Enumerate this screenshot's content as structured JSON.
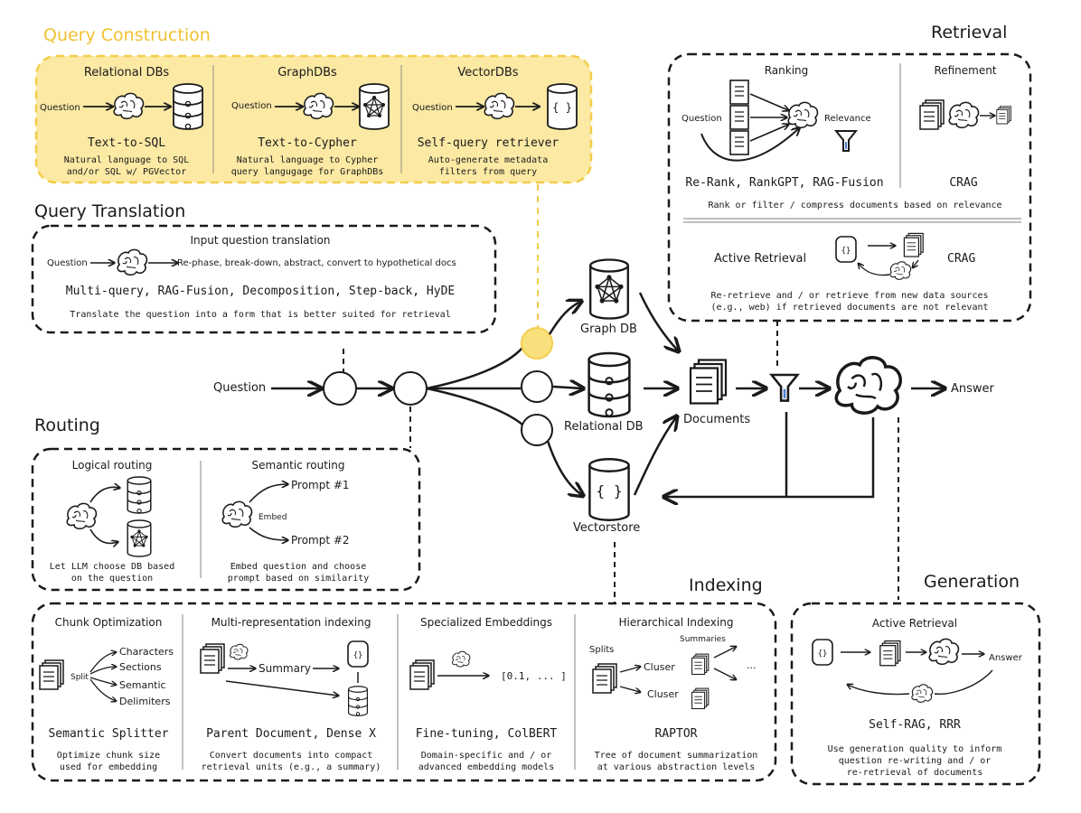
{
  "sections": {
    "query_construction": {
      "title": "Query Construction",
      "relational": {
        "header": "Relational DBs",
        "question": "Question",
        "method": "Text-to-SQL",
        "desc1": "Natural language to SQL",
        "desc2": "and/or SQL w/ PGVector"
      },
      "graph": {
        "header": "GraphDBs",
        "question": "Question",
        "method": "Text-to-Cypher",
        "desc1": "Natural language to Cypher",
        "desc2": "query langugage for GraphDBs"
      },
      "vector": {
        "header": "VectorDBs",
        "question": "Question",
        "method": "Self-query retriever",
        "desc1": "Auto-generate metadata",
        "desc2": "filters from query"
      }
    },
    "query_translation": {
      "title": "Query Translation",
      "header": "Input question translation",
      "question": "Question",
      "flow_text": "Re-phase, break-down, abstract, convert to hypothetical docs",
      "methods": "Multi-query, RAG-Fusion, Decomposition, Step-back, HyDE",
      "desc": "Translate the question into a form that is better suited for retrieval"
    },
    "routing": {
      "title": "Routing",
      "logical": {
        "header": "Logical routing",
        "desc1": "Let LLM choose DB based",
        "desc2": "on the question"
      },
      "semantic": {
        "header": "Semantic routing",
        "prompt1": "Prompt #1",
        "embed": "Embed",
        "prompt2": "Prompt #2",
        "desc1": "Embed question and choose",
        "desc2": "prompt based on similarity"
      }
    },
    "retrieval": {
      "title": "Retrieval",
      "ranking": {
        "header": "Ranking",
        "question": "Question",
        "relevance": "Relevance",
        "methods": "Re-Rank, RankGPT, RAG-Fusion"
      },
      "refinement": {
        "header": "Refinement",
        "method": "CRAG"
      },
      "desc": "Rank or filter / compress documents based on relevance",
      "active": {
        "label": "Active Retrieval",
        "method": "CRAG",
        "desc1": "Re-retrieve and / or retrieve from new data sources",
        "desc2": "(e.g., web) if retrieved documents are not relevant"
      }
    },
    "indexing": {
      "title": "Indexing",
      "chunk": {
        "header": "Chunk Optimization",
        "split": "Split",
        "items": [
          "Characters",
          "Sections",
          "Semantic",
          "Delimiters"
        ],
        "method": "Semantic Splitter",
        "desc1": "Optimize chunk size",
        "desc2": "used for embedding"
      },
      "multi": {
        "header": "Multi-representation indexing",
        "summary": "Summary",
        "method": "Parent Document, Dense X",
        "desc1": "Convert documents into compact",
        "desc2": "retrieval units (e.g., a summary)"
      },
      "special": {
        "header": "Specialized Embeddings",
        "vector": "[0.1, ... ]",
        "method": "Fine-tuning, ColBERT",
        "desc1": "Domain-specific and / or",
        "desc2": "advanced embedding models"
      },
      "hier": {
        "header": "Hierarchical Indexing",
        "splits": "Splits",
        "summaries": "Summaries",
        "cluster1": "Cluser",
        "cluster2": "Cluser",
        "ellipsis": "...",
        "method": "RAPTOR",
        "desc1": "Tree of document summarization",
        "desc2": "at various abstraction levels"
      }
    },
    "generation": {
      "title": "Generation",
      "header": "Active Retrieval",
      "answer": "Answer",
      "method": "Self-RAG, RRR",
      "desc1": "Use generation quality to inform",
      "desc2": "question re-writing and / or",
      "desc3": "re-retrieval of documents"
    }
  },
  "main_flow": {
    "question": "Question",
    "graph_db": "Graph DB",
    "relational_db": "Relational DB",
    "vectorstore": "Vectorstore",
    "documents": "Documents",
    "answer": "Answer"
  },
  "colors": {
    "highlight_fill": "#fbe9a4",
    "highlight_stroke": "#f3cd4a",
    "title_highlight": "#f0c230",
    "ink": "#1a1a1a",
    "node_yellow": "#f9e07d"
  }
}
